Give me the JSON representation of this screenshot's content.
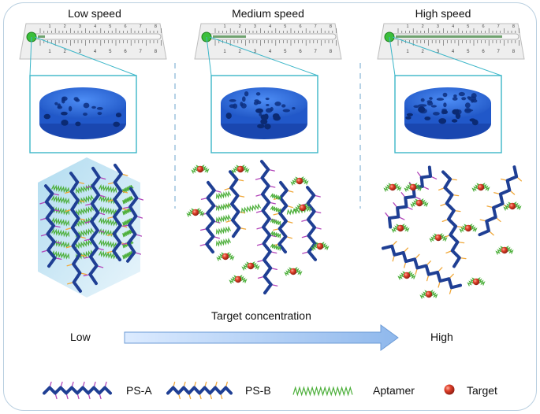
{
  "speeds": {
    "low": "Low speed",
    "medium": "Medium speed",
    "high": "High speed"
  },
  "ruler_ticks": [
    "1",
    "2",
    "3",
    "4",
    "5",
    "6",
    "7",
    "8"
  ],
  "arrow": {
    "title": "Target concentration",
    "low": "Low",
    "high": "High"
  },
  "legend": {
    "ps_a": "PS-A",
    "ps_b": "PS-B",
    "aptamer": "Aptamer",
    "target": "Target"
  },
  "colors": {
    "strand": "#1f3f94",
    "ps_a_arm": "#b144b8",
    "ps_b_arm": "#f0a83a",
    "aptamer": "#4caf3a",
    "target": "#d63a2a",
    "gel": "#2f6fe0",
    "box": "#3bb6c8"
  }
}
